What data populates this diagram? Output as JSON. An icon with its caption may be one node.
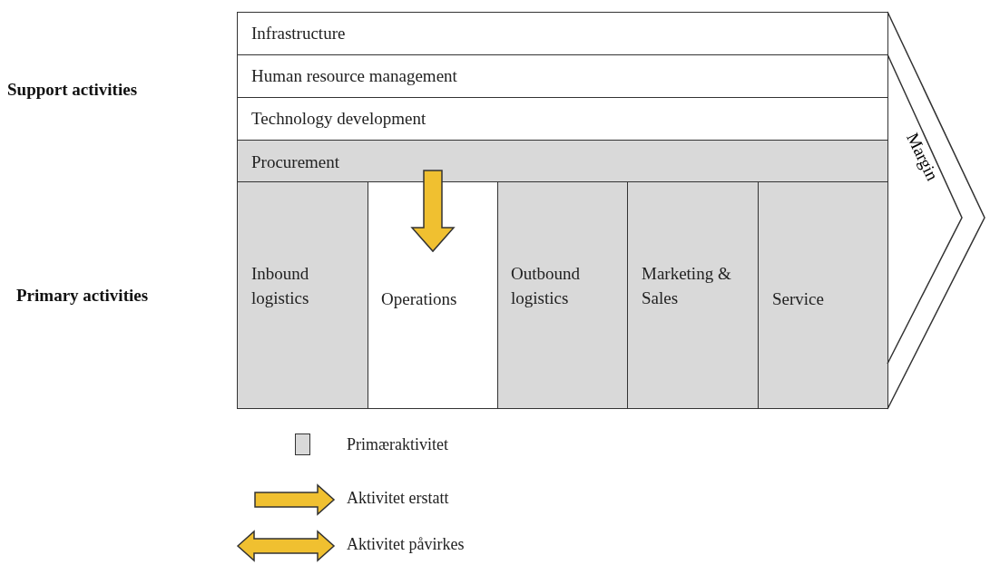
{
  "diagram": {
    "nodes": [
      {
        "text": [
          "Infrastructure"
        ]
      },
      {
        "text": [
          "Human resource management"
        ]
      },
      {
        "text": [
          "Technology development"
        ]
      },
      {
        "text": [
          "Procurement"
        ]
      },
      {
        "text": [
          "Inbound logistics"
        ]
      },
      {
        "text": [
          "Operations"
        ]
      },
      {
        "text": [
          "Outbound logistics"
        ]
      },
      {
        "text": [
          "Marketing & Sales"
        ]
      },
      {
        "text": [
          "Service"
        ]
      },
      {
        "text": [
          "Margin"
        ]
      }
    ],
    "edges": [
      {
        "from": 3,
        "to": 5,
        "arrow": "to",
        "style": "thick",
        "color": "#f0c030"
      }
    ],
    "labels": [
      "Support activities",
      "Primary activities"
    ],
    "legend": [
      {
        "text": "Primæraktivitet",
        "color": "#d9d9d9"
      },
      {
        "text": "Aktivitet erstatt"
      },
      {
        "text": "Aktivitet påvirkes"
      }
    ]
  }
}
